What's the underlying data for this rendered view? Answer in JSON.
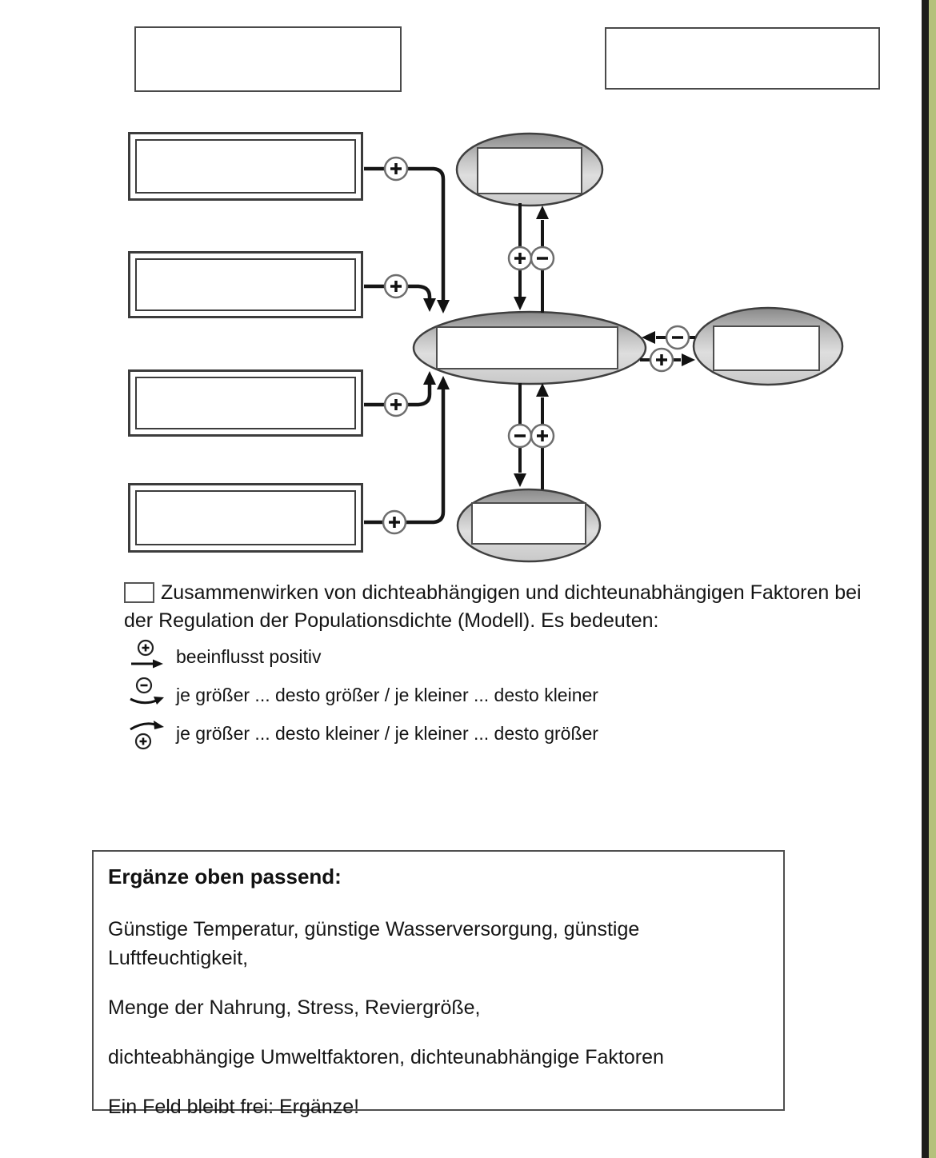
{
  "page": {
    "kind": "worksheet-scan",
    "colors": {
      "background": "#ffffff",
      "edge_black": "#1d1d1b",
      "edge_olive": "#b5c17c",
      "ellipse_gray_top": "#8a8a8a",
      "ellipse_gray_bottom": "#c9c9c9",
      "line_black": "#161616"
    }
  },
  "diagram": {
    "blanks": {
      "top_left": "",
      "top_right": "",
      "factor_1": "",
      "factor_2": "",
      "factor_3": "",
      "factor_4": "",
      "ellipse_top": "",
      "ellipse_center": "",
      "ellipse_right": "",
      "ellipse_bottom": ""
    },
    "symbols": {
      "plus": "+",
      "minus": "−"
    }
  },
  "caption": {
    "number_box": "",
    "text": "Zusammenwirken von dichteabhängigen und dichteunabhängigen Faktoren bei der Regulation der Populationsdichte (Modell). Es bedeuten:"
  },
  "legend": {
    "rows": [
      {
        "symbol": "plus-circle-straight-arrow",
        "label": "beeinflusst positiv"
      },
      {
        "symbol": "minus-circle-curved-arrow",
        "label": "je größer ... desto größer / je kleiner ... desto kleiner"
      },
      {
        "symbol": "curved-arrow-plus-circle",
        "label": "je größer ... desto kleiner / je kleiner ... desto größer"
      }
    ]
  },
  "task": {
    "heading": "Ergänze oben passend:",
    "lines": [
      "Günstige Temperatur, günstige Wasserversorgung, günstige Luftfeuchtigkeit,",
      "Menge der Nahrung, Stress, Reviergröße,",
      "dichteabhängige Umweltfaktoren, dichteunabhängige Faktoren",
      "Ein Feld bleibt frei: Ergänze!"
    ]
  }
}
